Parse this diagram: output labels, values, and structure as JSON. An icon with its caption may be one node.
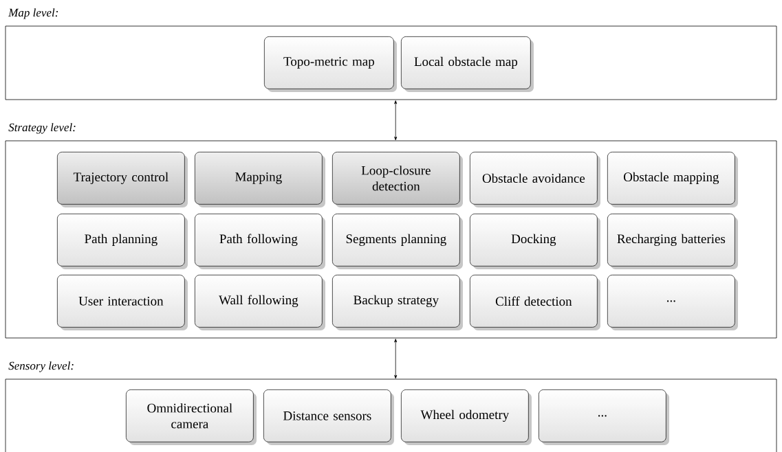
{
  "diagram": {
    "nodes": [
      {
        "text": [
          "Map level:"
        ]
      },
      {
        "text": [
          "Topo-metric map"
        ],
        "in": 0
      },
      {
        "text": [
          "Local obstacle map"
        ],
        "in": 0
      },
      {
        "text": [
          "Strategy level:"
        ]
      },
      {
        "text": [
          "Trajectory control"
        ],
        "in": 3
      },
      {
        "text": [
          "Mapping"
        ],
        "in": 3
      },
      {
        "text": [
          "Loop-closure detection"
        ],
        "in": 3
      },
      {
        "text": [
          "Obstacle avoidance"
        ],
        "in": 3
      },
      {
        "text": [
          "Obstacle mapping"
        ],
        "in": 3
      },
      {
        "text": [
          "Path planning"
        ],
        "in": 3
      },
      {
        "text": [
          "Path following"
        ],
        "in": 3
      },
      {
        "text": [
          "Segments planning"
        ],
        "in": 3
      },
      {
        "text": [
          "Docking"
        ],
        "in": 3
      },
      {
        "text": [
          "Recharging batteries"
        ],
        "in": 3
      },
      {
        "text": [
          "User interaction"
        ],
        "in": 3
      },
      {
        "text": [
          "Wall following"
        ],
        "in": 3
      },
      {
        "text": [
          "Backup strategy"
        ],
        "in": 3
      },
      {
        "text": [
          "Cliff detection"
        ],
        "in": 3
      },
      {
        "text": [
          "..."
        ],
        "in": 3
      },
      {
        "text": [
          "Sensory level:"
        ]
      },
      {
        "text": [
          "Omnidirectional camera"
        ],
        "in": 19
      },
      {
        "text": [
          "Distance sensors"
        ],
        "in": 19
      },
      {
        "text": [
          "Wheel odometry"
        ],
        "in": 19
      },
      {
        "text": [
          "..."
        ],
        "in": 19
      }
    ],
    "edges": [
      {
        "from": 0,
        "to": 3,
        "arrow": "both"
      },
      {
        "from": 3,
        "to": 19,
        "arrow": "both"
      }
    ]
  }
}
